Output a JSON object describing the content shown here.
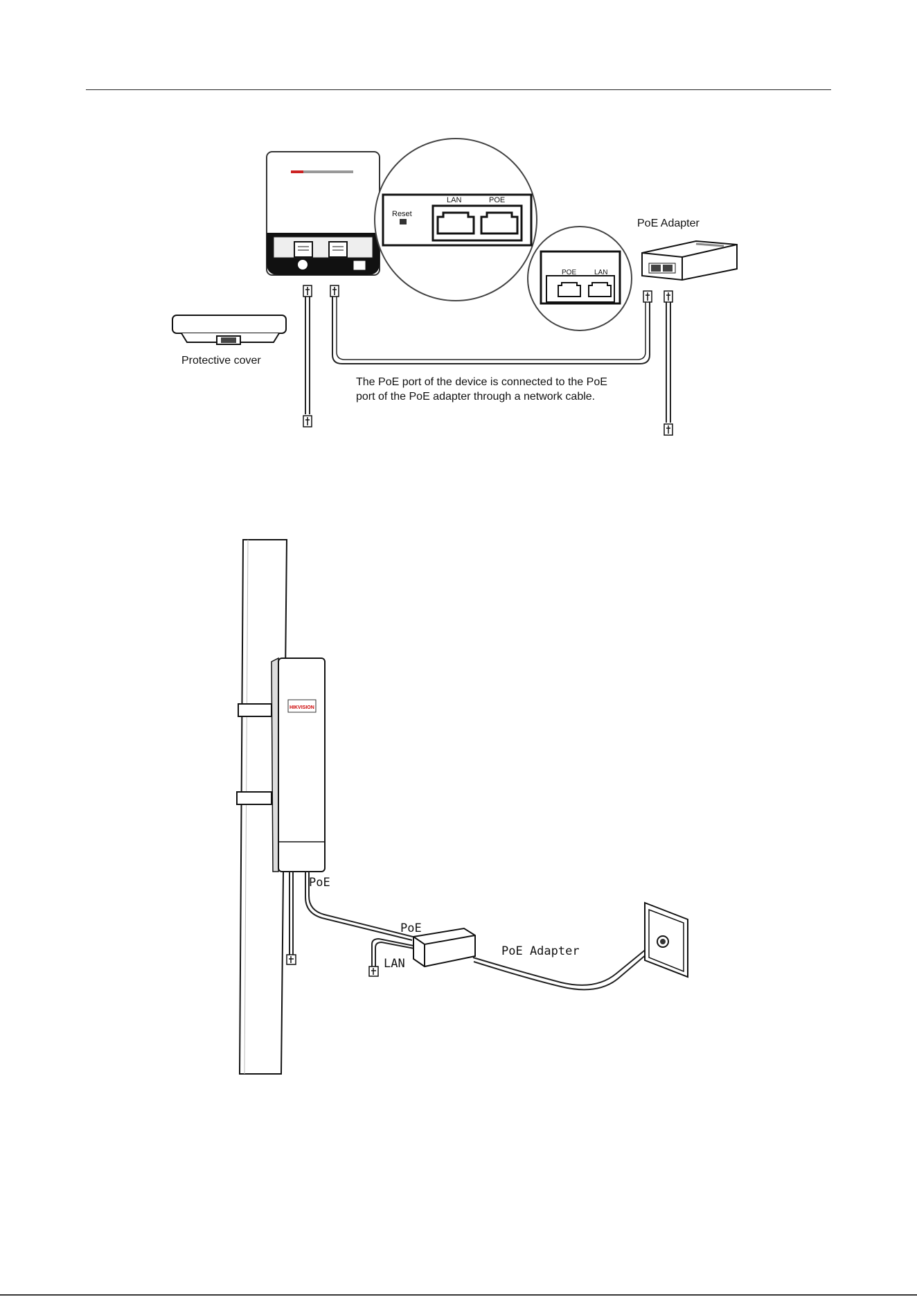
{
  "figure1": {
    "port_zoom_device": {
      "reset": "Reset",
      "lan": "LAN",
      "poe": "POE"
    },
    "port_zoom_adapter": {
      "poe": "POE",
      "lan": "LAN"
    },
    "adapter_label": "PoE Adapter",
    "cover_label": "Protective cover",
    "caption_line1": "The PoE port of the device is connected to the PoE",
    "caption_line2": "port of the PoE adapter through a network cable."
  },
  "figure2": {
    "device_logo": "HIKVISION",
    "poe_device_label": "PoE",
    "poe_adapter_port_label": "PoE",
    "lan_label": "LAN",
    "adapter_label": "PoE Adapter"
  }
}
